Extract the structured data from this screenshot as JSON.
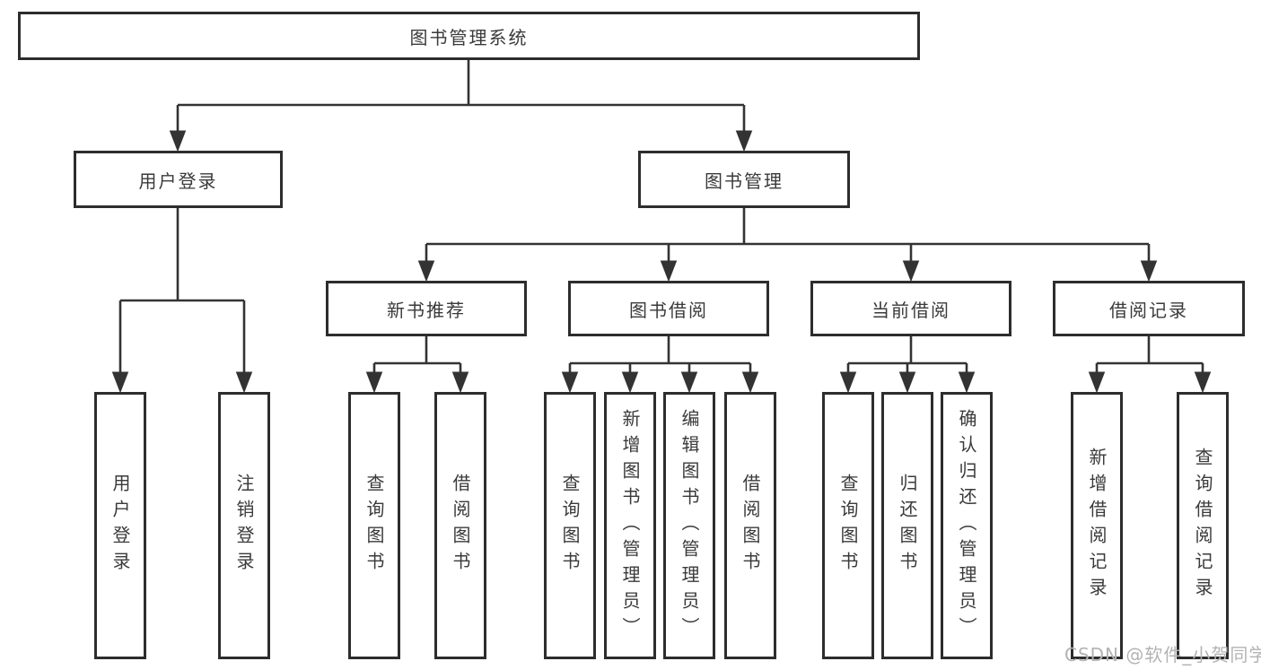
{
  "diagram": {
    "root": {
      "label": "图书管理系统"
    },
    "level2": [
      {
        "label": "用户登录",
        "children": [
          {
            "label": "用户登录"
          },
          {
            "label": "注销登录"
          }
        ]
      },
      {
        "label": "图书管理",
        "children": [
          {
            "label": "新书推荐",
            "children": [
              {
                "label": "查询图书"
              },
              {
                "label": "借阅图书"
              }
            ]
          },
          {
            "label": "图书借阅",
            "children": [
              {
                "label": "查询图书"
              },
              {
                "label": "新增图书（管理员）"
              },
              {
                "label": "编辑图书（管理员）"
              },
              {
                "label": "借阅图书"
              }
            ]
          },
          {
            "label": "当前借阅",
            "children": [
              {
                "label": "查询图书"
              },
              {
                "label": "归还图书"
              },
              {
                "label": "确认归还（管理员）"
              }
            ]
          },
          {
            "label": "借阅记录",
            "children": [
              {
                "label": "新增借阅记录"
              },
              {
                "label": "查询借阅记录"
              }
            ]
          }
        ]
      }
    ],
    "watermark": {
      "text": "CSDN @软件_小贺同学"
    },
    "colors": {
      "line": "#333333",
      "box_border": "#2d2d2d",
      "text": "#3a3a3a",
      "background": "#ffffff",
      "watermark": "#b3b3b3"
    }
  }
}
